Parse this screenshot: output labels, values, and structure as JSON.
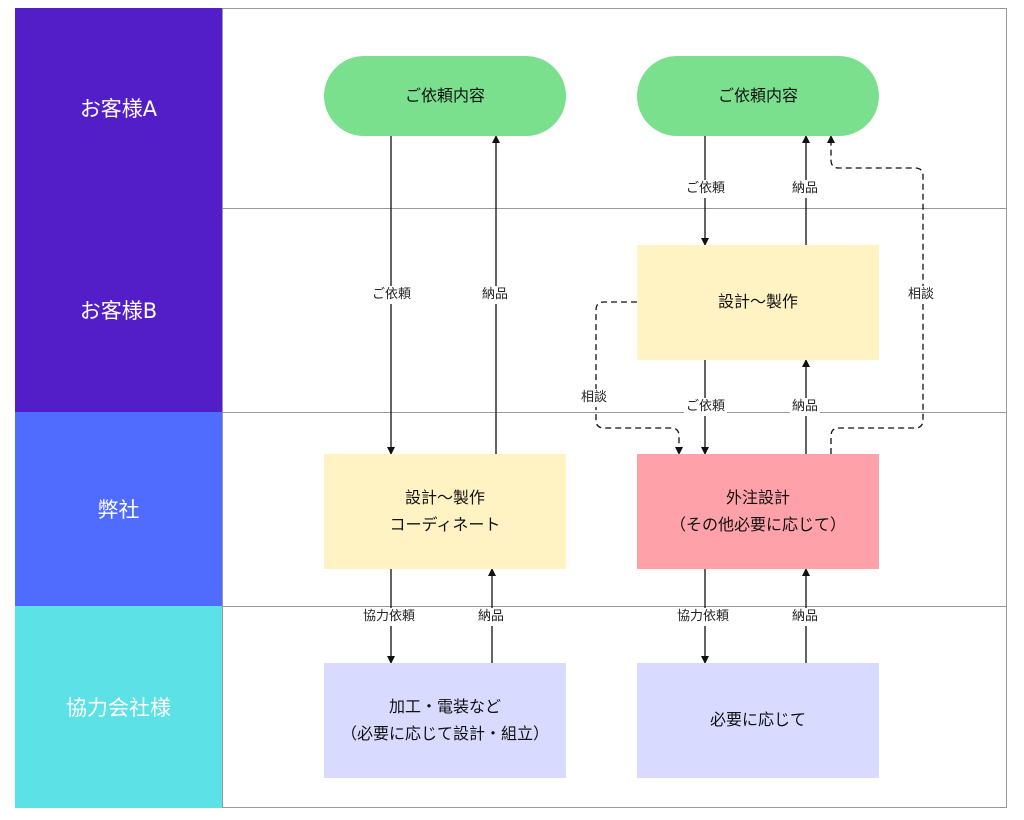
{
  "colors": {
    "lane_customer_a": "#531ec8",
    "lane_customer_b": "#531ec8",
    "lane_company": "#4f6cff",
    "lane_partner": "#5ce1e6",
    "terminal": "#7ae08e",
    "process_yellow": "#fff3c4",
    "process_red": "#ffa1a9",
    "process_lavender": "#d9daff"
  },
  "lanes": {
    "customer_a": "お客様A",
    "customer_b": "お客様B",
    "company": "弊社",
    "partner": "協力会社様"
  },
  "nodes": {
    "request_left": "ご依頼内容",
    "request_right": "ご依頼内容",
    "cust_b_design": "設計～製作",
    "company_coord": "設計～製作\nコーディネート",
    "company_outsource": "外注設計\n（その他必要に応じて）",
    "partner_left": "加工・電装など\n（必要に応じて設計・組立）",
    "partner_right": "必要に応じて"
  },
  "edge_labels": {
    "left_request": "ご依頼",
    "left_delivery": "納品",
    "right_top_request": "ご依頼",
    "right_top_delivery": "納品",
    "right_consult_outer": "相談",
    "right_consult_inner": "相談",
    "right_mid_request": "ご依頼",
    "right_mid_delivery": "納品",
    "left_partner_request": "協力依頼",
    "left_partner_delivery": "納品",
    "right_partner_request": "協力依頼",
    "right_partner_delivery": "納品"
  }
}
